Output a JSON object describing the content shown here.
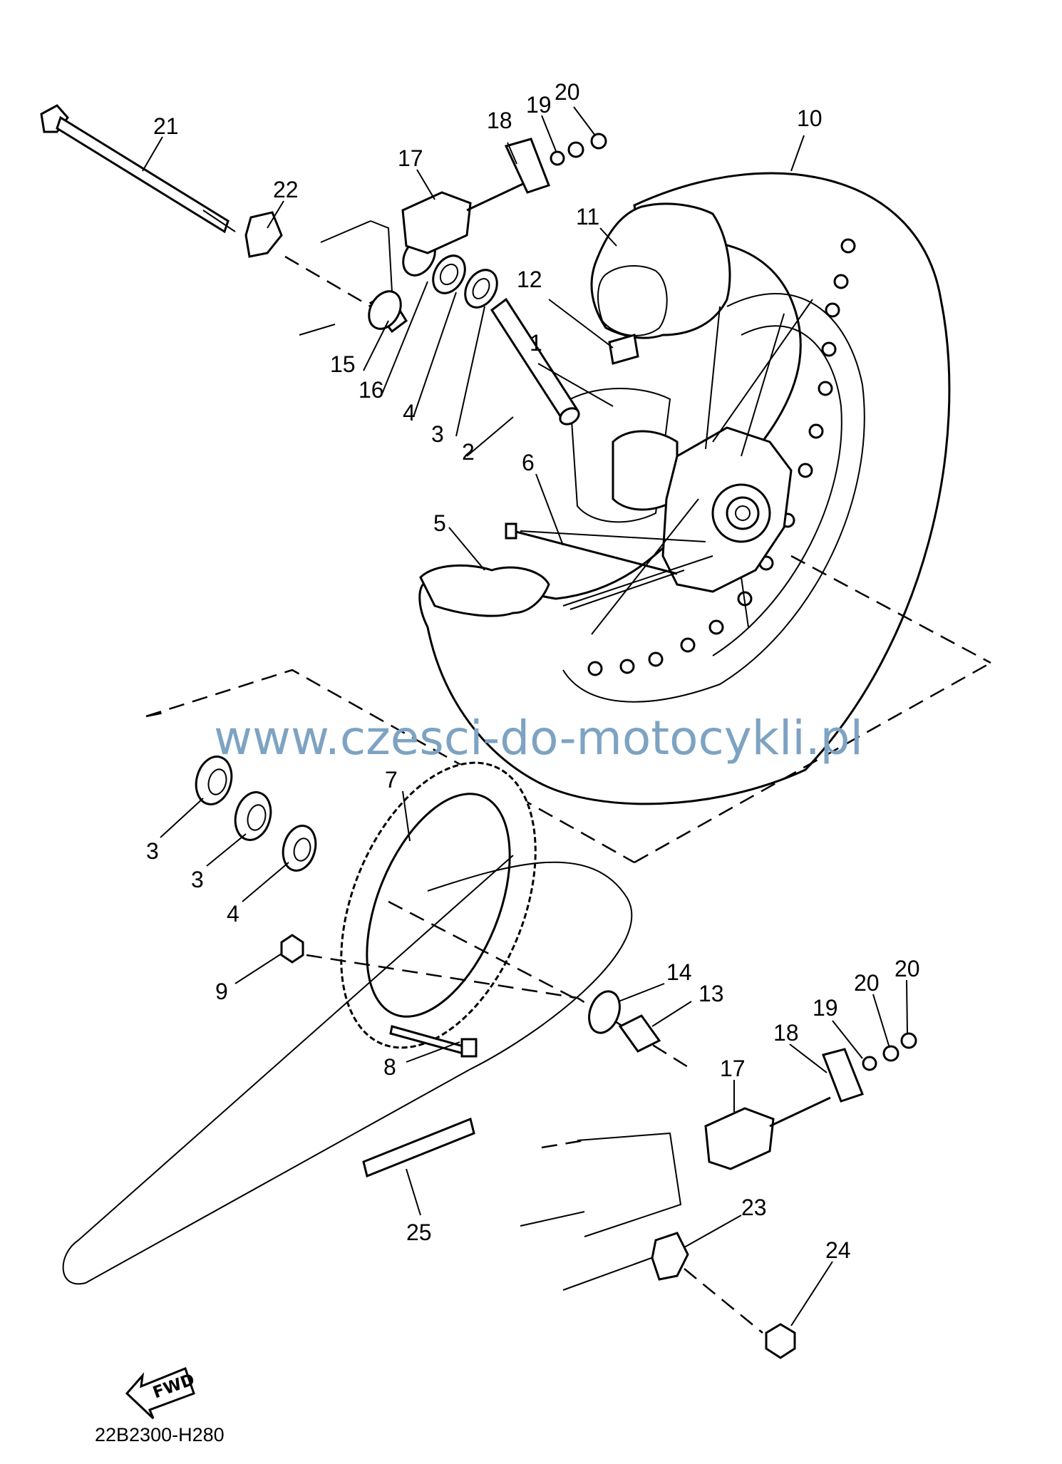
{
  "diagram": {
    "part_labels": [
      "1",
      "2",
      "3",
      "3",
      "3",
      "4",
      "4",
      "5",
      "6",
      "7",
      "8",
      "9",
      "10",
      "11",
      "12",
      "13",
      "14",
      "15",
      "16",
      "17",
      "17",
      "18",
      "18",
      "19",
      "19",
      "20",
      "20",
      "20",
      "21",
      "22",
      "23",
      "24",
      "25"
    ],
    "watermark": "www.czesci-do-motocykli.pl",
    "drawing_code": "22B2300-H280",
    "fwd_label": "FWD"
  }
}
